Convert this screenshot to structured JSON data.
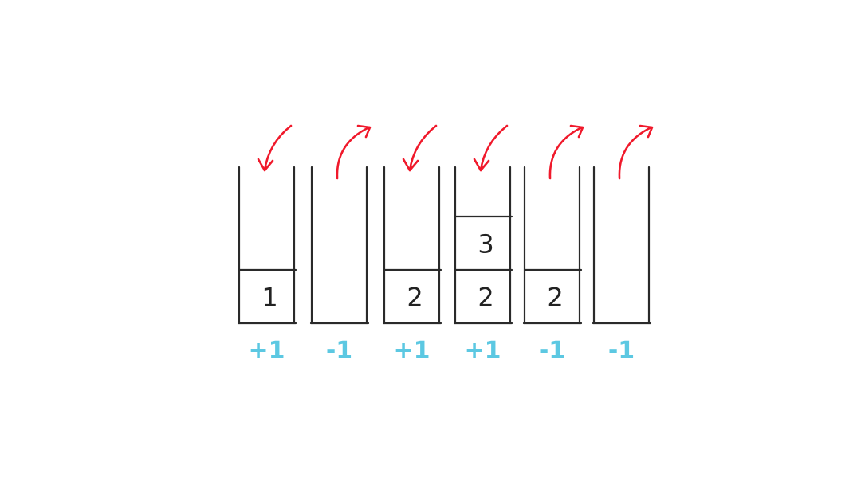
{
  "colors": {
    "stack_line": "#2a2a2a",
    "arrow": "#f0192b",
    "op_label": "#5cc8e2",
    "cell_text": "#222222"
  },
  "stacks": [
    {
      "operation": "push",
      "op_label": "+1",
      "cells": [
        "1"
      ]
    },
    {
      "operation": "pop",
      "op_label": "-1",
      "cells": []
    },
    {
      "operation": "push",
      "op_label": "+1",
      "cells": [
        "2"
      ]
    },
    {
      "operation": "push",
      "op_label": "+1",
      "cells": [
        "2",
        "3"
      ]
    },
    {
      "operation": "pop",
      "op_label": "-1",
      "cells": [
        "2"
      ]
    },
    {
      "operation": "pop",
      "op_label": "-1",
      "cells": []
    }
  ]
}
